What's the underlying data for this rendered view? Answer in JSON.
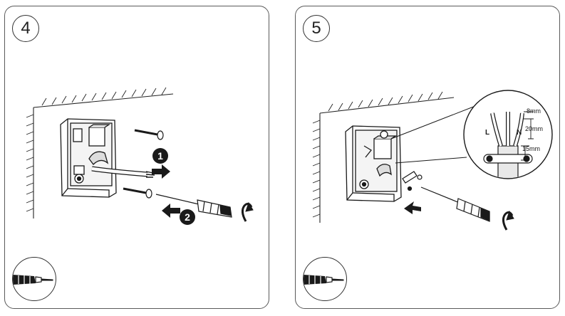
{
  "steps": [
    {
      "number": "4",
      "callouts": [
        "1",
        "2"
      ],
      "tool_icon": "screwdriver-icon"
    },
    {
      "number": "5",
      "detail_labels": {
        "live": "L",
        "neutral": "N",
        "strip_a": "8mm",
        "strip_b": "20mm",
        "strip_c": "15mm"
      },
      "tool_icon": "screwdriver-icon"
    }
  ],
  "colors": {
    "line": "#1a1a1a",
    "callout_fill": "#1a1a1a",
    "panel_border": "#5a5a5a"
  }
}
